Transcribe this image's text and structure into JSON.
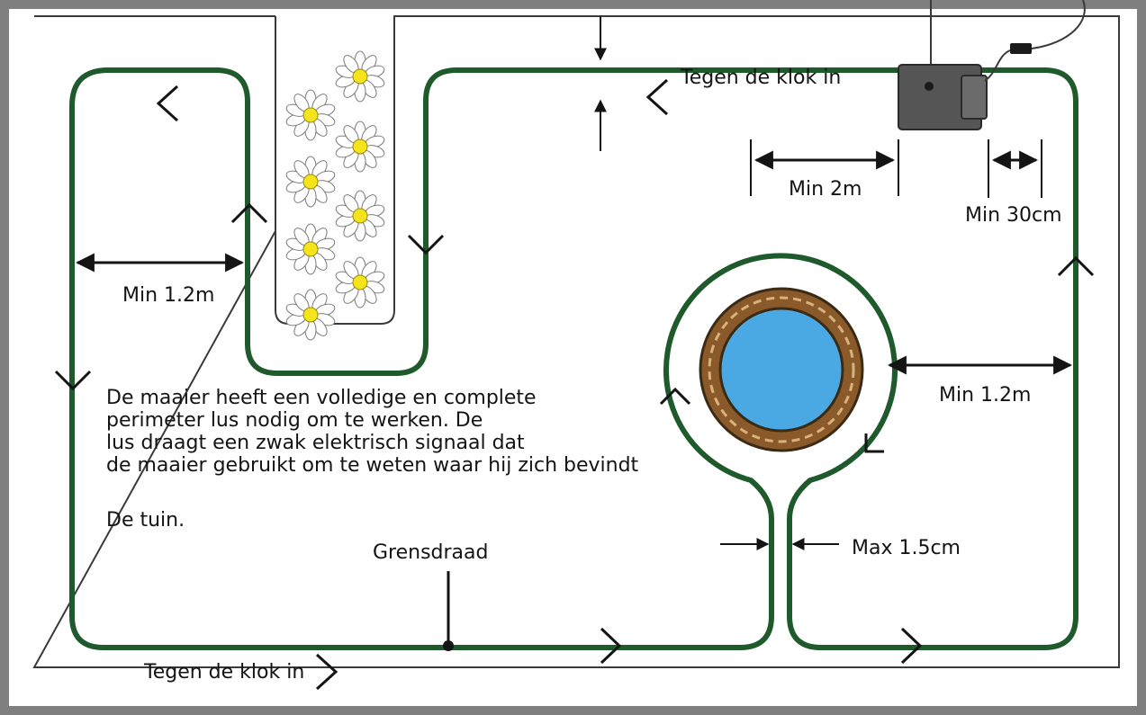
{
  "labels": {
    "direction_top": "Tegen de klok in",
    "direction_bottom": "Tegen de klok in",
    "min_2m": "Min 2m",
    "min_30cm": "Min 30cm",
    "min_1_2m_left": "Min 1.2m",
    "min_1_2m_right": "Min 1.2m",
    "max_1_5cm": "Max 1.5cm",
    "boundary_wire": "Grensdraad"
  },
  "notes": [
    "De maaier heeft een volledige en complete",
    "perimeter lus nodig om te werken. De",
    "lus draagt een zwak elektrisch signaal dat",
    "de maaier gebruikt om te weten waar hij zich bevindt",
    "De tuin."
  ],
  "colors": {
    "frame": "#7f7f7f",
    "wire": "#1f5a2c",
    "ink": "#141414",
    "pond_water": "#4aa8e3",
    "pond_rim": "#8a5a2b",
    "station": "#555555",
    "flower_center": "#f5e31c"
  },
  "icons": [
    "flower-icon",
    "charging-station-icon",
    "pond-icon"
  ]
}
